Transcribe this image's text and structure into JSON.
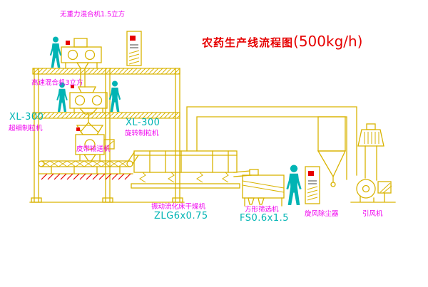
{
  "title": {
    "text": "农药生产线流程图",
    "capacity": "(500kg/h)"
  },
  "colors": {
    "yellow": "#d9b300",
    "cyan": "#00b4b4",
    "magenta": "#f000f0",
    "red": "#e60000",
    "dark": "#404040",
    "background": "#ffffff"
  },
  "equipment": {
    "gravity_mixer": {
      "label": "无重力混合机1.5立方"
    },
    "high_speed_mixer": {
      "label": "高速混合机3立方"
    },
    "fine_granulator": {
      "model": "XL-300",
      "label": "超细制粒机"
    },
    "rotary_granulator": {
      "model": "XL-300",
      "label": "旋转制粒机"
    },
    "belt_conveyor": {
      "label": "皮带输送机"
    },
    "fluid_bed_dryer": {
      "label": "振动流化床干燥机",
      "model": "ZLG6x0.75"
    },
    "square_sifter": {
      "label": "方形筛选机",
      "model": "FS0.6x1.5"
    },
    "cyclone_dust_collector": {
      "label": "旋风除尘器"
    },
    "induced_draft_fan": {
      "label": "引风机"
    }
  }
}
